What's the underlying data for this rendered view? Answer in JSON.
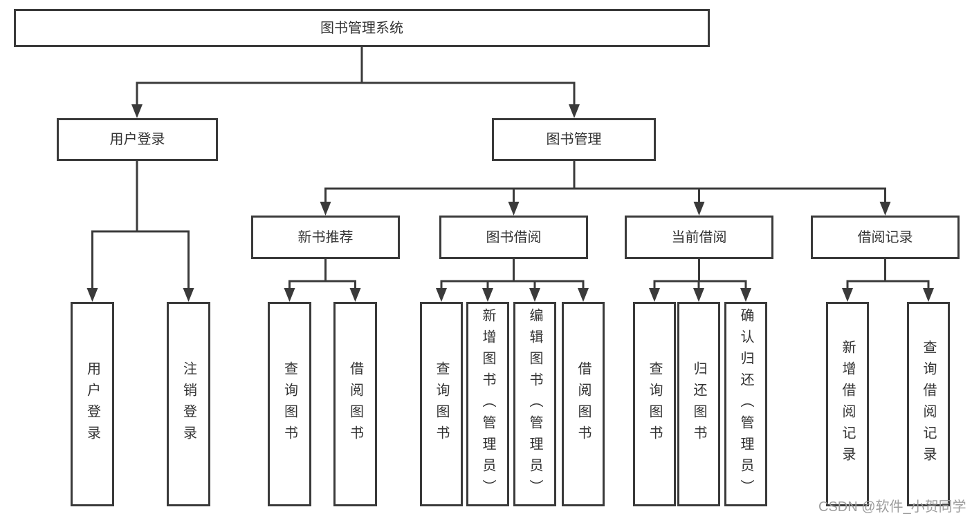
{
  "tree": {
    "root": {
      "label": "图书管理系统"
    },
    "branches": [
      {
        "label": "用户登录",
        "children": [
          {
            "label": "用户登录"
          },
          {
            "label": "注销登录"
          }
        ]
      },
      {
        "label": "图书管理",
        "children": [
          {
            "label": "新书推荐",
            "children": [
              {
                "label": "查询图书"
              },
              {
                "label": "借阅图书"
              }
            ]
          },
          {
            "label": "图书借阅",
            "children": [
              {
                "label": "查询图书"
              },
              {
                "label": "新增图书（管理员）"
              },
              {
                "label": "编辑图书（管理员）"
              },
              {
                "label": "借阅图书"
              }
            ]
          },
          {
            "label": "当前借阅",
            "children": [
              {
                "label": "查询图书"
              },
              {
                "label": "归还图书"
              },
              {
                "label": "确认归还（管理员）"
              }
            ]
          },
          {
            "label": "借阅记录",
            "children": [
              {
                "label": "新增借阅记录"
              },
              {
                "label": "查询借阅记录"
              }
            ]
          }
        ]
      }
    ]
  },
  "watermark": {
    "text": "CSDN @软件_小贺同学"
  },
  "colors": {
    "line": "#3a3a3a",
    "box_border": "#3a3a3a",
    "box_fill": "#ffffff",
    "text": "#333333",
    "watermark": "#9d9d9d",
    "background": "#ffffff"
  }
}
